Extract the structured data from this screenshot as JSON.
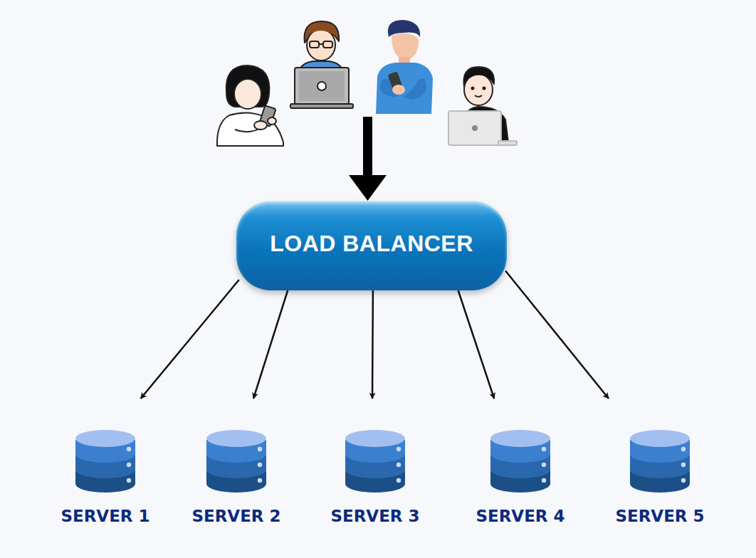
{
  "diagram": {
    "nodes": [
      {
        "text": [
          "LOAD BALANCER"
        ]
      },
      {
        "text": [
          "SERVER 1"
        ]
      },
      {
        "text": [
          "SERVER 2"
        ]
      },
      {
        "text": [
          "SERVER 3"
        ]
      },
      {
        "text": [
          "SERVER 4"
        ]
      },
      {
        "text": [
          "SERVER 5"
        ]
      }
    ],
    "edges": [
      {
        "from": 0,
        "to": 1,
        "arrow": "to"
      },
      {
        "from": 0,
        "to": 2,
        "arrow": "to"
      },
      {
        "from": 0,
        "to": 3,
        "arrow": "to"
      },
      {
        "from": 0,
        "to": 4,
        "arrow": "to"
      },
      {
        "from": 0,
        "to": 5,
        "arrow": "to"
      }
    ]
  }
}
